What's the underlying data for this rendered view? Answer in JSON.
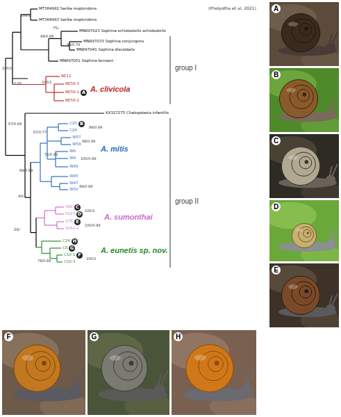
{
  "diagram": {
    "nodes": [
      {
        "text": [
          "A"
        ]
      },
      {
        "text": [
          "B"
        ]
      },
      {
        "text": [
          "C"
        ]
      },
      {
        "text": [
          "D"
        ]
      },
      {
        "text": [
          "E"
        ]
      },
      {
        "text": [
          "H"
        ]
      },
      {
        "text": [
          "G"
        ]
      },
      {
        "text": [
          "F"
        ]
      },
      {
        "text": [
          "A"
        ]
      },
      {
        "text": [
          "B"
        ]
      },
      {
        "text": [
          "C"
        ]
      },
      {
        "text": [
          "D"
        ]
      },
      {
        "text": [
          "E"
        ]
      },
      {
        "text": [
          "F"
        ]
      },
      {
        "text": [
          "G"
        ]
      },
      {
        "text": [
          "H"
        ]
      }
    ],
    "labels": [
      "(Pholyotha et al. 2021)",
      "MT364982 Sarika resplendens",
      "100/1",
      "MT364983 Sarika resplendens",
      "75/-",
      "MN897023 Sophina schistostelis schistostelis",
      "99/0.99",
      "MN897033 Sophina conjungens",
      "98/0.74",
      "MN897041 Sophina discoidalis",
      "MN897051 Sophina bensoni",
      "100/1",
      "0.05",
      "NE12",
      "NE58-3",
      "100/1",
      "NE58-1",
      "NE58-2",
      "A. clivicola",
      "group I",
      "KX327275 Chalepotaxis infantilis",
      "67/0.89",
      "C25",
      "C26",
      "98/0.99",
      "67/0.77",
      "W57",
      "W58",
      "98/0.99",
      "W6",
      "W8",
      "51/0.92",
      "100/0.99",
      "W89",
      "A. mitis",
      "89/0.99",
      "W85",
      "W47",
      "99/0.99",
      "W50",
      "40/-",
      "S60",
      "S123",
      "100/1",
      "S75",
      "100/0.99",
      "S162-2",
      "A. sumonthai",
      "29/-",
      "C24",
      "C8",
      "78/0.89",
      "C10-1",
      "100/1",
      "C10-3",
      "A. eunetis sp. nov.",
      "group II"
    ]
  }
}
